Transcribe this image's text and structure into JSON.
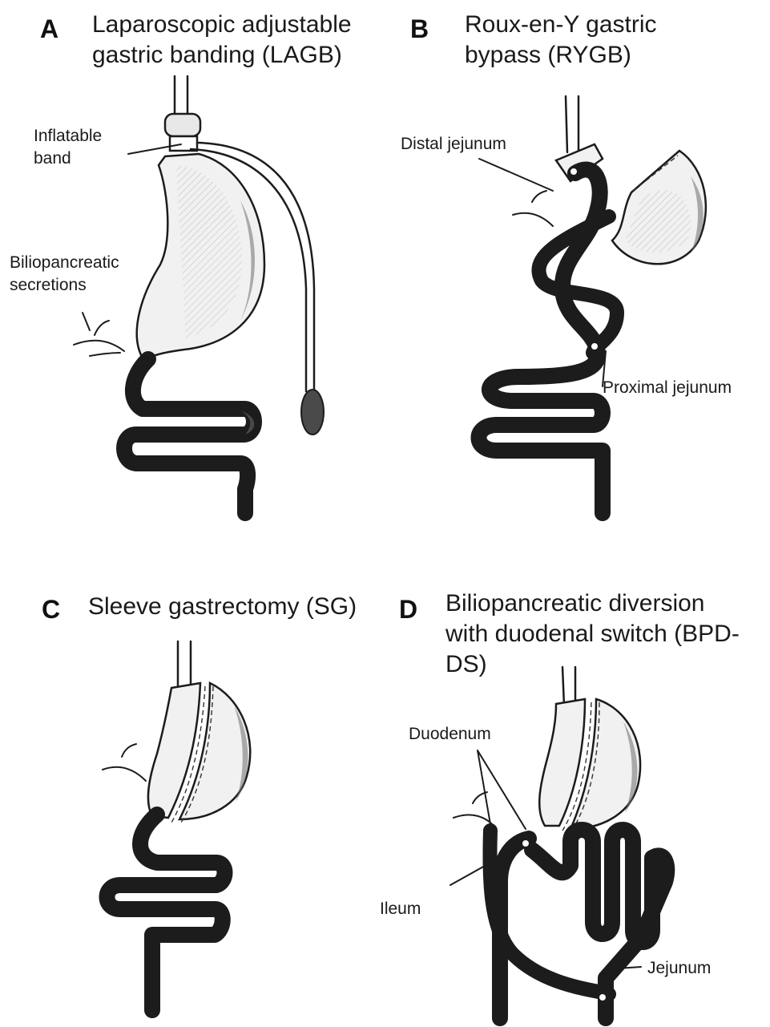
{
  "panels": {
    "a": {
      "letter": "A",
      "title_line1": "Laparoscopic adjustable",
      "title_line2": "gastric banding (LAGB)",
      "labels": {
        "band_line1": "Inflatable",
        "band_line2": "band",
        "secretions_line1": "Biliopancreatic",
        "secretions_line2": "secretions"
      }
    },
    "b": {
      "letter": "B",
      "title_line1": "Roux-en-Y gastric",
      "title_line2": "bypass (RYGB)",
      "labels": {
        "distal": "Distal jejunum",
        "proximal": "Proximal jejunum"
      }
    },
    "c": {
      "letter": "C",
      "title_line1": "Sleeve gastrectomy (SG)"
    },
    "d": {
      "letter": "D",
      "title_line1": "Biliopancreatic diversion",
      "title_line2": "with duodenal switch (BPD-",
      "title_line3": "DS)",
      "labels": {
        "duodenum": "Duodenum",
        "ileum": "Ileum",
        "jejunum": "Jejunum"
      }
    }
  }
}
